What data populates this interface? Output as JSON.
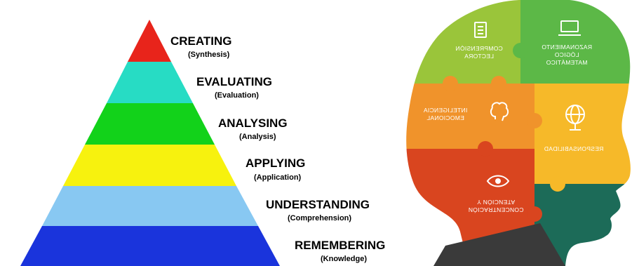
{
  "pyramid": {
    "levels": [
      {
        "name": "CREATING",
        "sub": "(Synthesis)",
        "color": "#e8241b"
      },
      {
        "name": "EVALUATING",
        "sub": "(Evaluation)",
        "color": "#27dcc4"
      },
      {
        "name": "ANALYSING",
        "sub": "(Analysis)",
        "color": "#12d21a"
      },
      {
        "name": "APPLYING",
        "sub": "(Application)",
        "color": "#f7f20e"
      },
      {
        "name": "UNDERSTANDING",
        "sub": "(Comprehension)",
        "color": "#88c8f2"
      },
      {
        "name": "REMEMBERING",
        "sub": "(Knowledge)",
        "color": "#1a34dc"
      }
    ]
  },
  "head": {
    "pieces": [
      {
        "lines": [
          "COMPRENSIÓN",
          "LECTORA"
        ],
        "color": "#9ac53a",
        "icon": "document-icon"
      },
      {
        "lines": [
          "RAZONAMIENTO",
          "LÓGICO",
          "MATEMÁTICO"
        ],
        "color": "#5cb847",
        "icon": "computer-icon"
      },
      {
        "lines": [
          "INTELIGENCIA",
          "EMOCIONAL"
        ],
        "color": "#f0932b",
        "icon": "brain-icon"
      },
      {
        "lines": [
          "RESPONSABILIDAD"
        ],
        "color": "#f6b929",
        "icon": "globe-icon"
      },
      {
        "lines": [
          "ATENCIÓN Y",
          "CONCENTRACIÓN"
        ],
        "color": "#d9451f",
        "icon": "eye-icon"
      },
      {
        "lines": [],
        "color": "#1c6b58",
        "icon": ""
      }
    ],
    "neck_color": "#3a3a3a"
  }
}
